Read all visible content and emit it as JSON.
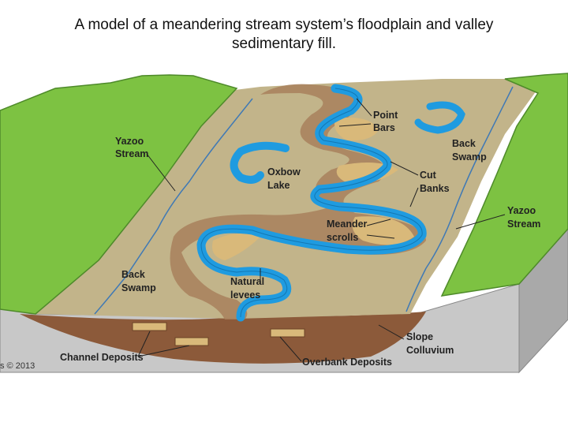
{
  "title_line1": "A model of a meandering stream system’s floodplain and valley",
  "title_line2": "sedimentary fill.",
  "labels": {
    "point_bars_1": "Point",
    "point_bars_2": "Bars",
    "yazoo_left_1": "Yazoo",
    "yazoo_left_2": "Stream",
    "oxbow_1": "Oxbow",
    "oxbow_2": "Lake",
    "back_swamp_right_1": "Back",
    "back_swamp_right_2": "Swamp",
    "cut_banks_1": "Cut",
    "cut_banks_2": "Banks",
    "yazoo_right_1": "Yazoo",
    "yazoo_right_2": "Stream",
    "meander_1": "Meander",
    "meander_2": "scrolls",
    "back_swamp_left_1": "Back",
    "back_swamp_left_2": "Swamp",
    "natural_levees_1": "Natural",
    "natural_levees_2": "levees",
    "slope_colluvium_1": "Slope",
    "slope_colluvium_2": "Colluvium",
    "channel_deposits": "Channel Deposits",
    "overbank_deposits": "Overbank Deposits",
    "copyright": "s © 2013"
  },
  "colors": {
    "hills": "#7dc242",
    "floodplain": "#c2b48a",
    "levee": "#a8805c",
    "point_bar": "#d9b97a",
    "river": "#1f9be0",
    "sediment": "#8c5a3a",
    "bedrock": "#c8c8c8"
  }
}
